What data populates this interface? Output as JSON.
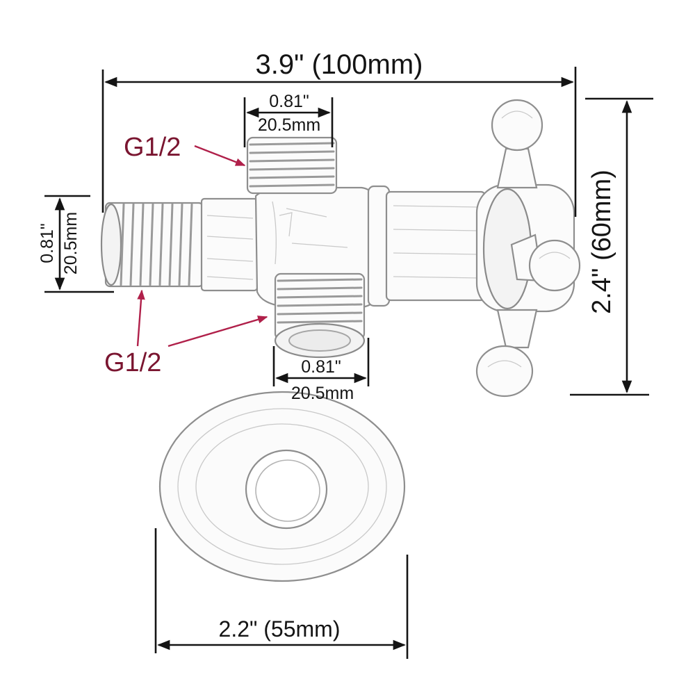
{
  "diagram": {
    "dimensions": {
      "overall_length": "3.9\" (100mm)",
      "overall_height": "2.4\" (60mm)",
      "flange_diameter": "2.2\" (55mm)",
      "top_port_inch": "0.81\"",
      "top_port_mm": "20.5mm",
      "left_port_inch": "0.81\"",
      "left_port_mm": "20.5mm",
      "bottom_port_inch": "0.81\"",
      "bottom_port_mm": "20.5mm"
    },
    "thread_labels": {
      "top": "G1/2",
      "bottom": "G1/2"
    },
    "colors": {
      "dimension_line": "#141414",
      "thread_label": "#7a1530",
      "thread_arrow": "#b0204a",
      "part_outline": "#8e8e8e"
    }
  }
}
